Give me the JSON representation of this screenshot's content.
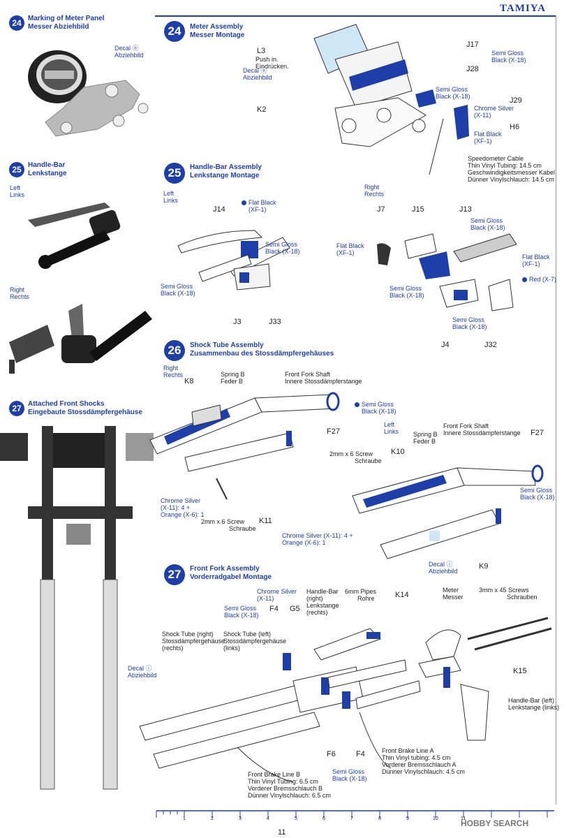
{
  "brand": "TAMIYA",
  "page_number": "11",
  "watermark": "HOBBY SEARCH",
  "photos": {
    "s24": {
      "num": "24",
      "title_en": "Marking of Meter Panel",
      "title_de": "Messer Abziehbild",
      "decal_en": "Decal ⓞ",
      "decal_de": "Abziehbild"
    },
    "s25": {
      "num": "25",
      "title_en": "Handle-Bar",
      "title_de": "Lenkstange",
      "left_en": "Left",
      "left_de": "Links",
      "right_en": "Right",
      "right_de": "Rechts"
    },
    "s27": {
      "num": "27",
      "title_en": "Attached Front Shocks",
      "title_de": "Eingebaute Stossdämpfergehäuse",
      "decal_en": "Decal ⓘ",
      "decal_de": "Abziehbild"
    }
  },
  "step24": {
    "num": "24",
    "title_en": "Meter Assembly",
    "title_de": "Messer Montage",
    "parts": [
      "L3",
      "J17",
      "J28",
      "J29",
      "K2",
      "H6"
    ],
    "labels": {
      "push_in": "Push in.",
      "push_in_de": "Eindrücken.",
      "decal": "Decal ⓞ",
      "decal_de": "Abziehbild",
      "semi_gloss_1": "Semi Gloss",
      "semi_gloss_1b": "Black (X-18)",
      "semi_gloss_2": "Semi Gloss",
      "semi_gloss_2b": "Black (X-18)",
      "chrome": "Chrome Silver",
      "chrome_b": "(X-11)",
      "flat": "Flat Black",
      "flat_b": "(XF-1)",
      "cable_1": "Speedometer Cable",
      "cable_2": "Thin Vinyl Tubing: 14.5 cm",
      "cable_3": "Geschwindigkeitsmesser Kabel",
      "cable_4": "Dünner Vinylschlauch: 14.5 cm"
    }
  },
  "step25": {
    "num": "25",
    "title_en": "Handle-Bar Assembly",
    "title_de": "Lenkstange Montage",
    "left_en": "Left",
    "left_de": "Links",
    "right_en": "Right",
    "right_de": "Rechts",
    "parts": [
      "J14",
      "J3",
      "J33",
      "J7",
      "J15",
      "J13",
      "J4",
      "J32"
    ],
    "labels": {
      "flat_1": "Flat Black",
      "flat_1b": "(XF-1)",
      "semi_1": "Semi Gloss",
      "semi_1b": "Black (X-18)",
      "semi_2": "Semi Gloss",
      "semi_2b": "Black (X-18)",
      "flat_2": "Flat Black",
      "flat_2b": "(XF-1)",
      "semi_3": "Semi Gloss",
      "semi_3b": "Black (X-18)",
      "flat_3": "Flat Black",
      "flat_3b": "(XF-1)",
      "red": "Red (X-7)",
      "semi_4": "Semi Gloss",
      "semi_4b": "Black (X-18)",
      "semi_5": "Semi Gloss",
      "semi_5b": "Black (X-18)"
    }
  },
  "step26": {
    "num": "26",
    "title_en": "Shock Tube Assembly",
    "title_de": "Zusammenbau des Stossdämpfergehäuses",
    "right_en": "Right",
    "right_de": "Rechts",
    "left_en": "Left",
    "left_de": "Links",
    "parts": [
      "K8",
      "F27",
      "K11",
      "K10",
      "F27",
      "K9"
    ],
    "labels": {
      "spring": "Spring B",
      "spring_de": "Feder B",
      "shaft": "Front Fork Shaft",
      "shaft_de": "Innere Stossdämpferstange",
      "semi_1": "Semi Gloss",
      "semi_1b": "Black (X-18)",
      "chrome_1": "Chrome Silver",
      "chrome_1b": "(X-11): 4 +",
      "chrome_1c": "Orange (X-6): 1",
      "screw_1": "2mm x 6 Screw",
      "screw_1de": "Schraube",
      "screw_2": "2mm x 6 Screw",
      "screw_2de": "Schraube",
      "spring_2": "Spring B",
      "spring_2de": "Feder B",
      "shaft_2": "Front Fork Shaft",
      "shaft_2de": "Innere Stossdämpferstange",
      "semi_2": "Semi Gloss",
      "semi_2b": "Black (X-18)",
      "chrome_2": "Chrome Silver (X-11): 4 +",
      "chrome_2b": "Orange (X-6): 1",
      "decal": "Decal ⓘ",
      "decal_de": "Abziehbild"
    }
  },
  "step27": {
    "num": "27",
    "title_en": "Front Fork Assembly",
    "title_de": "Vorderradgabel Montage",
    "parts": [
      "F4",
      "G5",
      "K14",
      "K15",
      "F6",
      "F4"
    ],
    "labels": {
      "chrome": "Chrome Silver",
      "chrome_b": "(X-11)",
      "semi_1": "Semi Gloss",
      "semi_1b": "Black (X-18)",
      "hb_right": "Handle-Bar",
      "hb_right_b": "(right)",
      "hb_right_c": "Lenkstange",
      "hb_right_d": "(rechts)",
      "pipes": "6mm Pipes",
      "pipes_de": "Rohre",
      "meter": "Meter",
      "meter_de": "Messer",
      "screws": "3mm x 45 Screws",
      "screws_de": "Schrauben",
      "st_right": "Shock Tube (right)",
      "st_right_de": "Stossdämpfergehäuse",
      "st_right_c": "(rechts)",
      "st_left": "Shock Tube (left)",
      "st_left_de": "Stossdämpfergehäuse",
      "st_left_c": "(links)",
      "hb_left": "Handle-Bar (left)",
      "hb_left_de": "Lenkstange (links)",
      "brake_a_1": "Front Brake Line A",
      "brake_a_2": "Thin Vinyl tubing: 4.5 cm",
      "brake_a_3": "Vorderer Bremsschlauch A",
      "brake_a_4": "Dünner Vinylschlauch: 4.5 cm",
      "brake_b_1": "Front Brake Line B",
      "brake_b_2": "Thin Vinyl Tubing: 6.5 cm",
      "brake_b_3": "Vorderer Bremsschlauch B",
      "brake_b_4": "Dünner Vinylschlauch: 6.5 cm",
      "semi_2": "Semi Gloss",
      "semi_2b": "Black (X-18)"
    }
  },
  "ruler": {
    "ticks": [
      "1",
      "2",
      "3",
      "4",
      "5",
      "6",
      "7",
      "8",
      "9",
      "10",
      "11"
    ]
  },
  "colors": {
    "accent": "#1f3fa8",
    "ink": "#222222"
  }
}
